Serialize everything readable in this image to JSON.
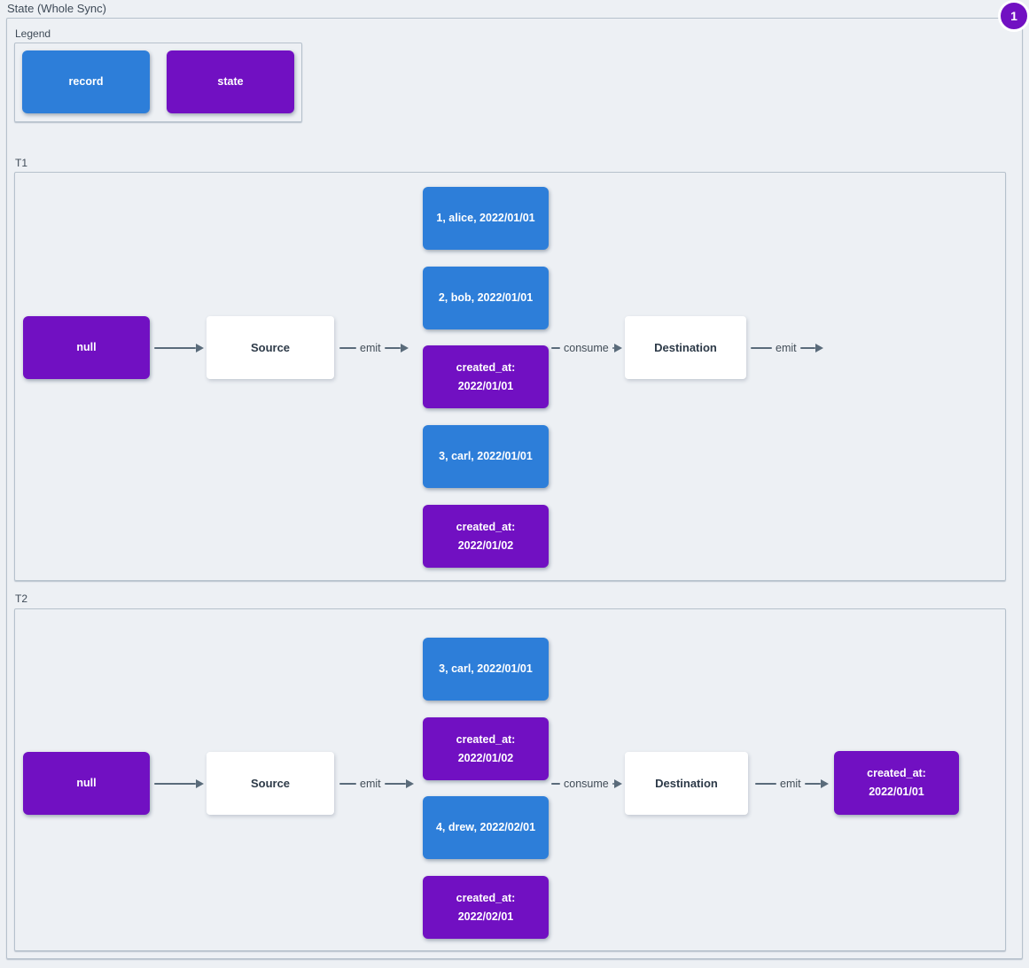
{
  "title": "State (Whole Sync)",
  "badge": {
    "value": "1"
  },
  "colors": {
    "record": "#2d7ed9",
    "state": "#7110c2",
    "arrow": "#5a6b7a",
    "background": "#edf0f4"
  },
  "legend": {
    "label": "Legend",
    "record_label": "record",
    "state_label": "state"
  },
  "t1": {
    "label": "T1",
    "null_label": "null",
    "source_label": "Source",
    "emit_label": "emit",
    "stack": [
      {
        "text": "1, alice, 2022/01/01",
        "type": "record"
      },
      {
        "text": "2, bob, 2022/01/01",
        "type": "record"
      },
      {
        "text": "created_at:\n2022/01/01",
        "type": "state"
      },
      {
        "text": "3, carl, 2022/01/01",
        "type": "record"
      },
      {
        "text": "created_at:\n2022/01/02",
        "type": "state"
      }
    ],
    "consume_label": "consume",
    "destination_label": "Destination",
    "emit2_label": "emit"
  },
  "t2": {
    "label": "T2",
    "null_label": "null",
    "source_label": "Source",
    "emit_label": "emit",
    "stack": [
      {
        "text": "3, carl, 2022/01/01",
        "type": "record"
      },
      {
        "text": "created_at:\n2022/01/02",
        "type": "state"
      },
      {
        "text": "4, drew, 2022/02/01",
        "type": "record"
      },
      {
        "text": "created_at:\n2022/02/01",
        "type": "state"
      }
    ],
    "consume_label": "consume",
    "destination_label": "Destination",
    "emit2_label": "emit",
    "result_text": "created_at:\n2022/01/01"
  }
}
